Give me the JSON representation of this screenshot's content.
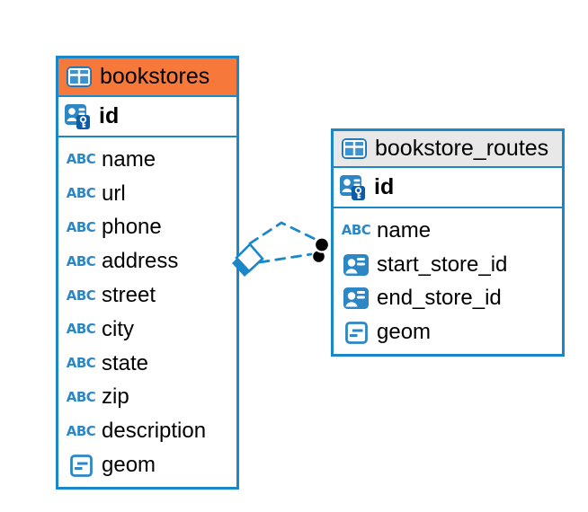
{
  "diagram": {
    "background_color": "#ffffff",
    "accent_blue": "#1a87c9",
    "icons": {
      "text_type_glyph": "ABC"
    },
    "tables": [
      {
        "name": "bookstores",
        "header_color": "#f6793b",
        "primary_key": {
          "name": "id",
          "type": "primary-key"
        },
        "columns": [
          {
            "name": "name",
            "type": "text"
          },
          {
            "name": "url",
            "type": "text"
          },
          {
            "name": "phone",
            "type": "text"
          },
          {
            "name": "address",
            "type": "text"
          },
          {
            "name": "street",
            "type": "text"
          },
          {
            "name": "city",
            "type": "text"
          },
          {
            "name": "state",
            "type": "text"
          },
          {
            "name": "zip",
            "type": "text"
          },
          {
            "name": "description",
            "type": "text"
          },
          {
            "name": "geom",
            "type": "geometry"
          }
        ]
      },
      {
        "name": "bookstore_routes",
        "header_color": "#e8e8e8",
        "primary_key": {
          "name": "id",
          "type": "primary-key"
        },
        "columns": [
          {
            "name": "name",
            "type": "text"
          },
          {
            "name": "start_store_id",
            "type": "reference"
          },
          {
            "name": "end_store_id",
            "type": "reference"
          },
          {
            "name": "geom",
            "type": "geometry"
          }
        ]
      }
    ],
    "relationship": {
      "from_table": "bookstore_routes",
      "to_table": "bookstores",
      "line_style": "dashed",
      "line_count": 2
    }
  }
}
